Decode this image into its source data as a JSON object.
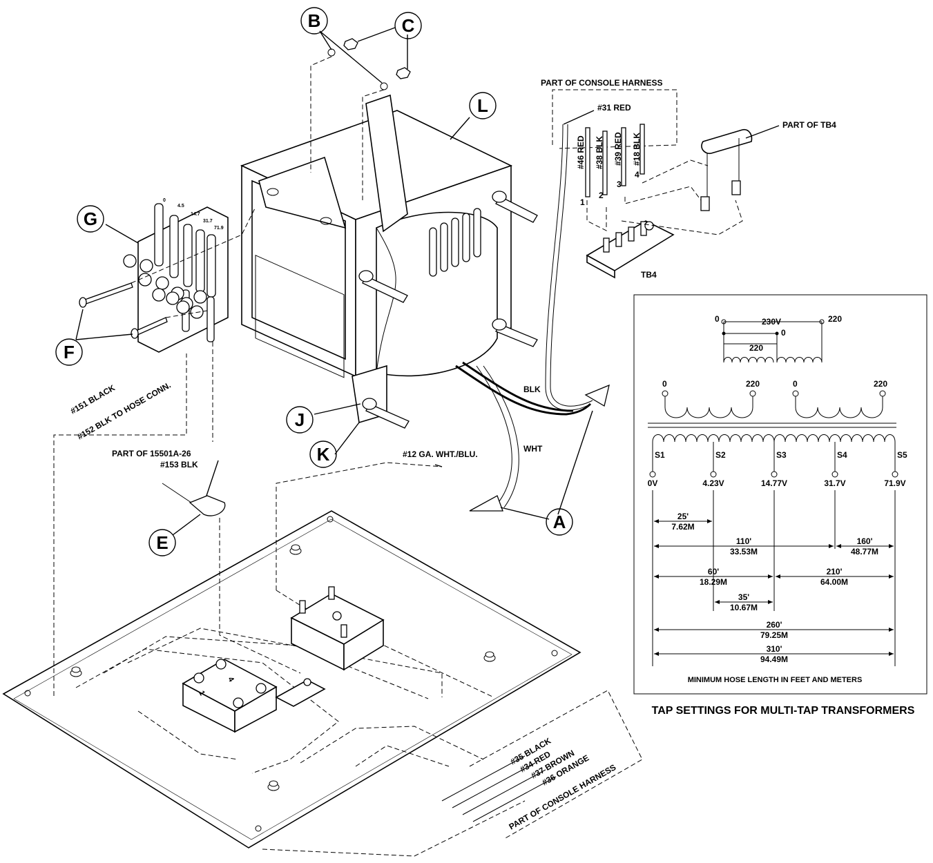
{
  "callouts": {
    "A": "A",
    "B": "B",
    "C": "C",
    "E": "E",
    "F": "F",
    "G": "G",
    "J": "J",
    "K": "K",
    "L": "L"
  },
  "labels": {
    "console_harness_top": "PART OF CONSOLE HARNESS",
    "wire_31": "#31 RED",
    "wire_46": "#46 RED",
    "wire_38": "#38 BLK",
    "wire_39": "#39 RED",
    "wire_18": "#18 BLK",
    "pin_1": "1",
    "pin_2": "2",
    "pin_3": "3",
    "pin_4": "4",
    "part_of_tb4": "PART OF TB4",
    "tb4": "TB4",
    "blk": "BLK",
    "wht": "WHT",
    "wire_12": "#12 GA. WHT./BLU.",
    "part_of_15501": "PART OF 15501A-26",
    "wire_153": "#153 BLK",
    "wire_151": "#151 BLACK",
    "wire_152": "#152 BLK TO HOSE CONN.",
    "wire_35": "#35 BLACK",
    "wire_34": "#34 RED",
    "wire_37": "#37 BROWN",
    "wire_36": "#36 ORANGE",
    "console_harness_bottom": "PART OF CONSOLE HARNESS",
    "term_0": "0",
    "term_45": "4.5",
    "term_147": "14.7",
    "term_317": "31.7",
    "term_719": "71.9",
    "relay_pin_4": "4",
    "relay_pin_1": "1"
  },
  "tap_settings": {
    "title": "TAP SETTINGS FOR MULTI-TAP TRANSFORMERS",
    "caption": "MINIMUM HOSE LENGTH IN FEET AND METERS",
    "v230": "230V",
    "top_0": "0",
    "top_220": "220",
    "mid_0": "0",
    "mid_220": "220",
    "prim_left_0": "0",
    "prim_left_220": "220",
    "prim_right_0": "0",
    "prim_right_220": "220",
    "taps": [
      {
        "name": "S1",
        "voltage": "0V"
      },
      {
        "name": "S2",
        "voltage": "4.23V"
      },
      {
        "name": "S3",
        "voltage": "14.77V"
      },
      {
        "name": "S4",
        "voltage": "31.7V"
      },
      {
        "name": "S5",
        "voltage": "71.9V"
      }
    ],
    "dimensions": [
      {
        "ft": "25'",
        "m": "7.62M"
      },
      {
        "ft": "110'",
        "m": "33.53M"
      },
      {
        "ft": "160'",
        "m": "48.77M"
      },
      {
        "ft": "60'",
        "m": "18.29M"
      },
      {
        "ft": "210'",
        "m": "64.00M"
      },
      {
        "ft": "35'",
        "m": "10.67M"
      },
      {
        "ft": "260'",
        "m": "79.25M"
      },
      {
        "ft": "310'",
        "m": "94.49M"
      }
    ]
  }
}
